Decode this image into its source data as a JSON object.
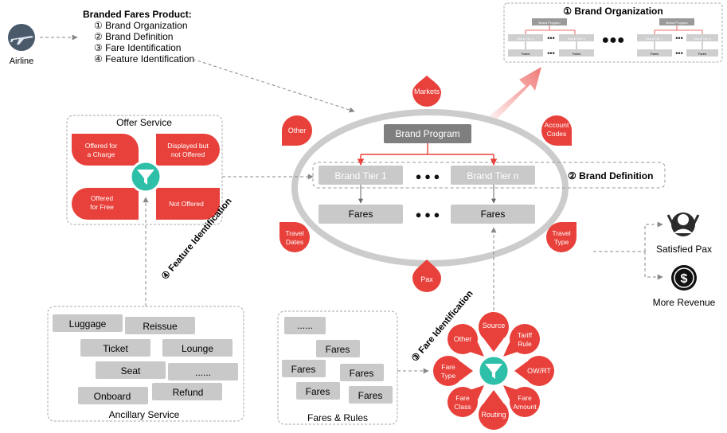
{
  "colors": {
    "red": "#e8403a",
    "gray": "#c9c9c9",
    "dark_gray": "#7f7f7f",
    "teal": "#2dbfa8",
    "dark": "#222222"
  },
  "airline": {
    "label": "Airline",
    "icon": "airplane-icon"
  },
  "product": {
    "title": "Branded Fares Product:",
    "items": [
      "① Brand Organization",
      "② Brand Definition",
      "③ Fare Identification",
      "④ Feature Identification"
    ]
  },
  "brand_org": {
    "title": "① Brand Organization",
    "program": "Brand Program",
    "tier1": "Brand Tier 1",
    "tiern": "Brand Tier n",
    "fares": "Fares"
  },
  "brand_def": {
    "program": "Brand Program",
    "tier1": "Brand Tier 1",
    "tiern": "Brand Tier n",
    "fares": "Fares",
    "label": "② Brand Definition"
  },
  "ring_drops": {
    "markets": "Markets",
    "other": "Other",
    "account": "Account Codes",
    "travel_dates": "Travel Dates",
    "pax": "Pax",
    "travel_type": "Travel Type"
  },
  "offer_service": {
    "title": "Offer Service",
    "charge": "Offered for a Charge",
    "displayed": "Displayed but not Offered",
    "free": "Offered for Free",
    "not_offered": "Not Offered",
    "icon": "funnel-icon"
  },
  "feature_id": {
    "label": "④ Feature Identification"
  },
  "ancillary": {
    "title": "Ancillary Service",
    "items": [
      "Luggage",
      "Reissue",
      "Ticket",
      "Lounge",
      "Seat",
      "......",
      "Onboard",
      "Refund"
    ]
  },
  "fares_rules": {
    "title": "Fares & Rules",
    "items": [
      "......",
      "Fares",
      "Fares",
      "Fares",
      "Fares",
      "Fares"
    ]
  },
  "fare_id": {
    "label": "③ Fare Identification",
    "petals": [
      "Source",
      "Tariff Rule",
      "OW/RT",
      "Fare Amount",
      "Routing",
      "Fare Class",
      "Fare Type",
      "Other"
    ],
    "icon": "funnel-icon"
  },
  "outcomes": {
    "satisfied": "Satisfied Pax",
    "revenue": "More Revenue"
  }
}
